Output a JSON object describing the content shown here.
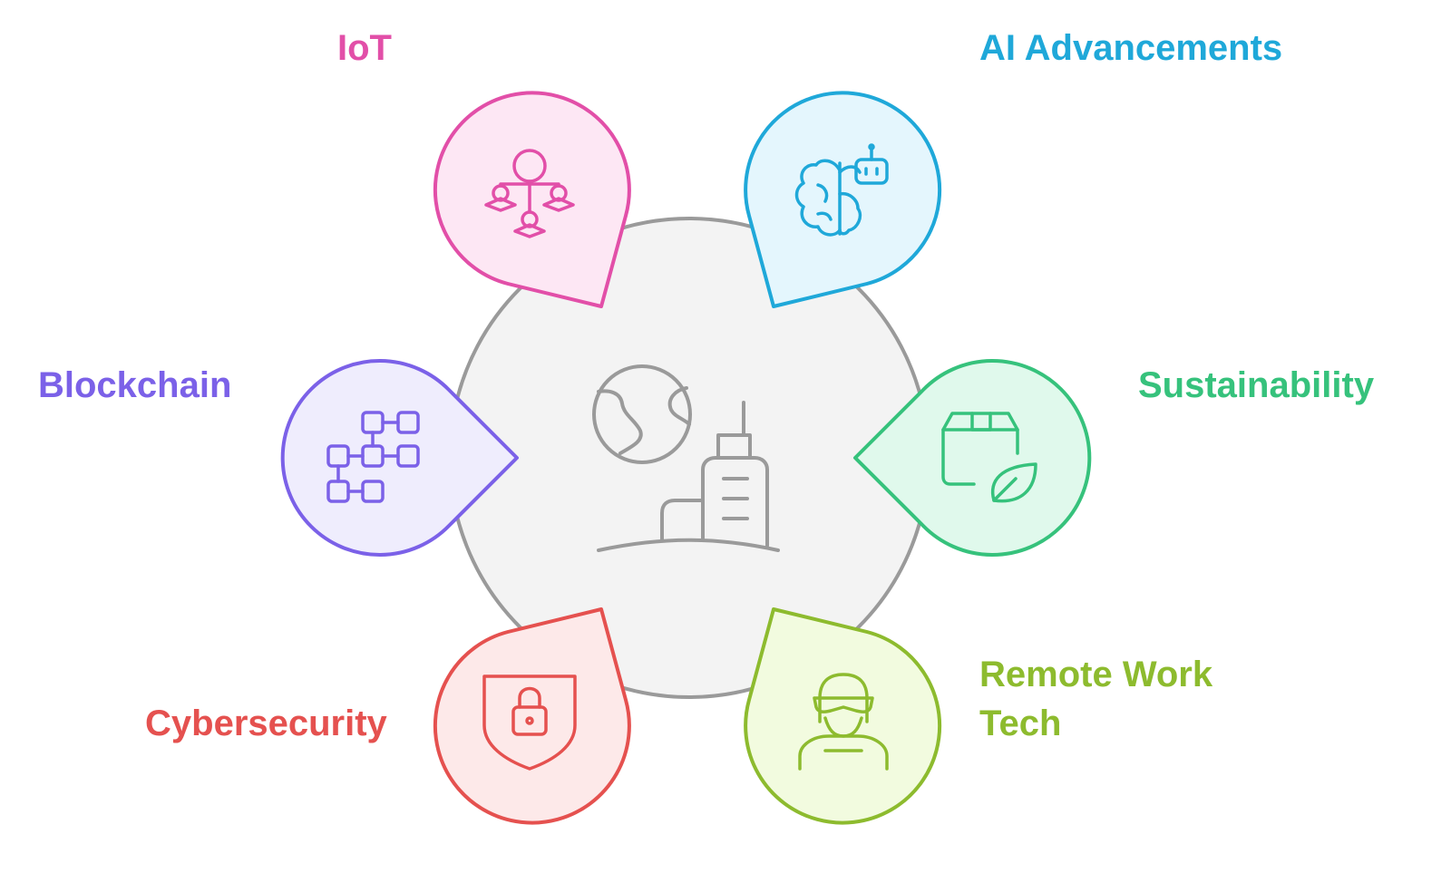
{
  "diagram": {
    "center": {
      "icon": "city-globe-icon"
    },
    "nodes": [
      {
        "id": "iot",
        "label_lines": [
          "IoT"
        ],
        "icon": "network-icon",
        "color": "#e24fa8",
        "fill": "#fde7f4"
      },
      {
        "id": "ai",
        "label_lines": [
          "AI Advancements"
        ],
        "icon": "brain-robot-icon",
        "color": "#1fa8d9",
        "fill": "#e4f6fd"
      },
      {
        "id": "blockchain",
        "label_lines": [
          "Blockchain"
        ],
        "icon": "blocks-icon",
        "color": "#7b61e8",
        "fill": "#efedfd"
      },
      {
        "id": "sustainability",
        "label_lines": [
          "Sustainability"
        ],
        "icon": "eco-package-icon",
        "color": "#36c27c",
        "fill": "#e0f9ec"
      },
      {
        "id": "cybersecurity",
        "label_lines": [
          "Cybersecurity"
        ],
        "icon": "shield-lock-icon",
        "color": "#e5514f",
        "fill": "#fde9e9"
      },
      {
        "id": "remote",
        "label_lines": [
          "Remote Work",
          "Tech"
        ],
        "icon": "vr-person-icon",
        "color": "#8dbb2e",
        "fill": "#f2fbdf"
      }
    ],
    "colors": {
      "center_fill": "#f3f3f3",
      "center_stroke": "#9a9a9a"
    }
  }
}
